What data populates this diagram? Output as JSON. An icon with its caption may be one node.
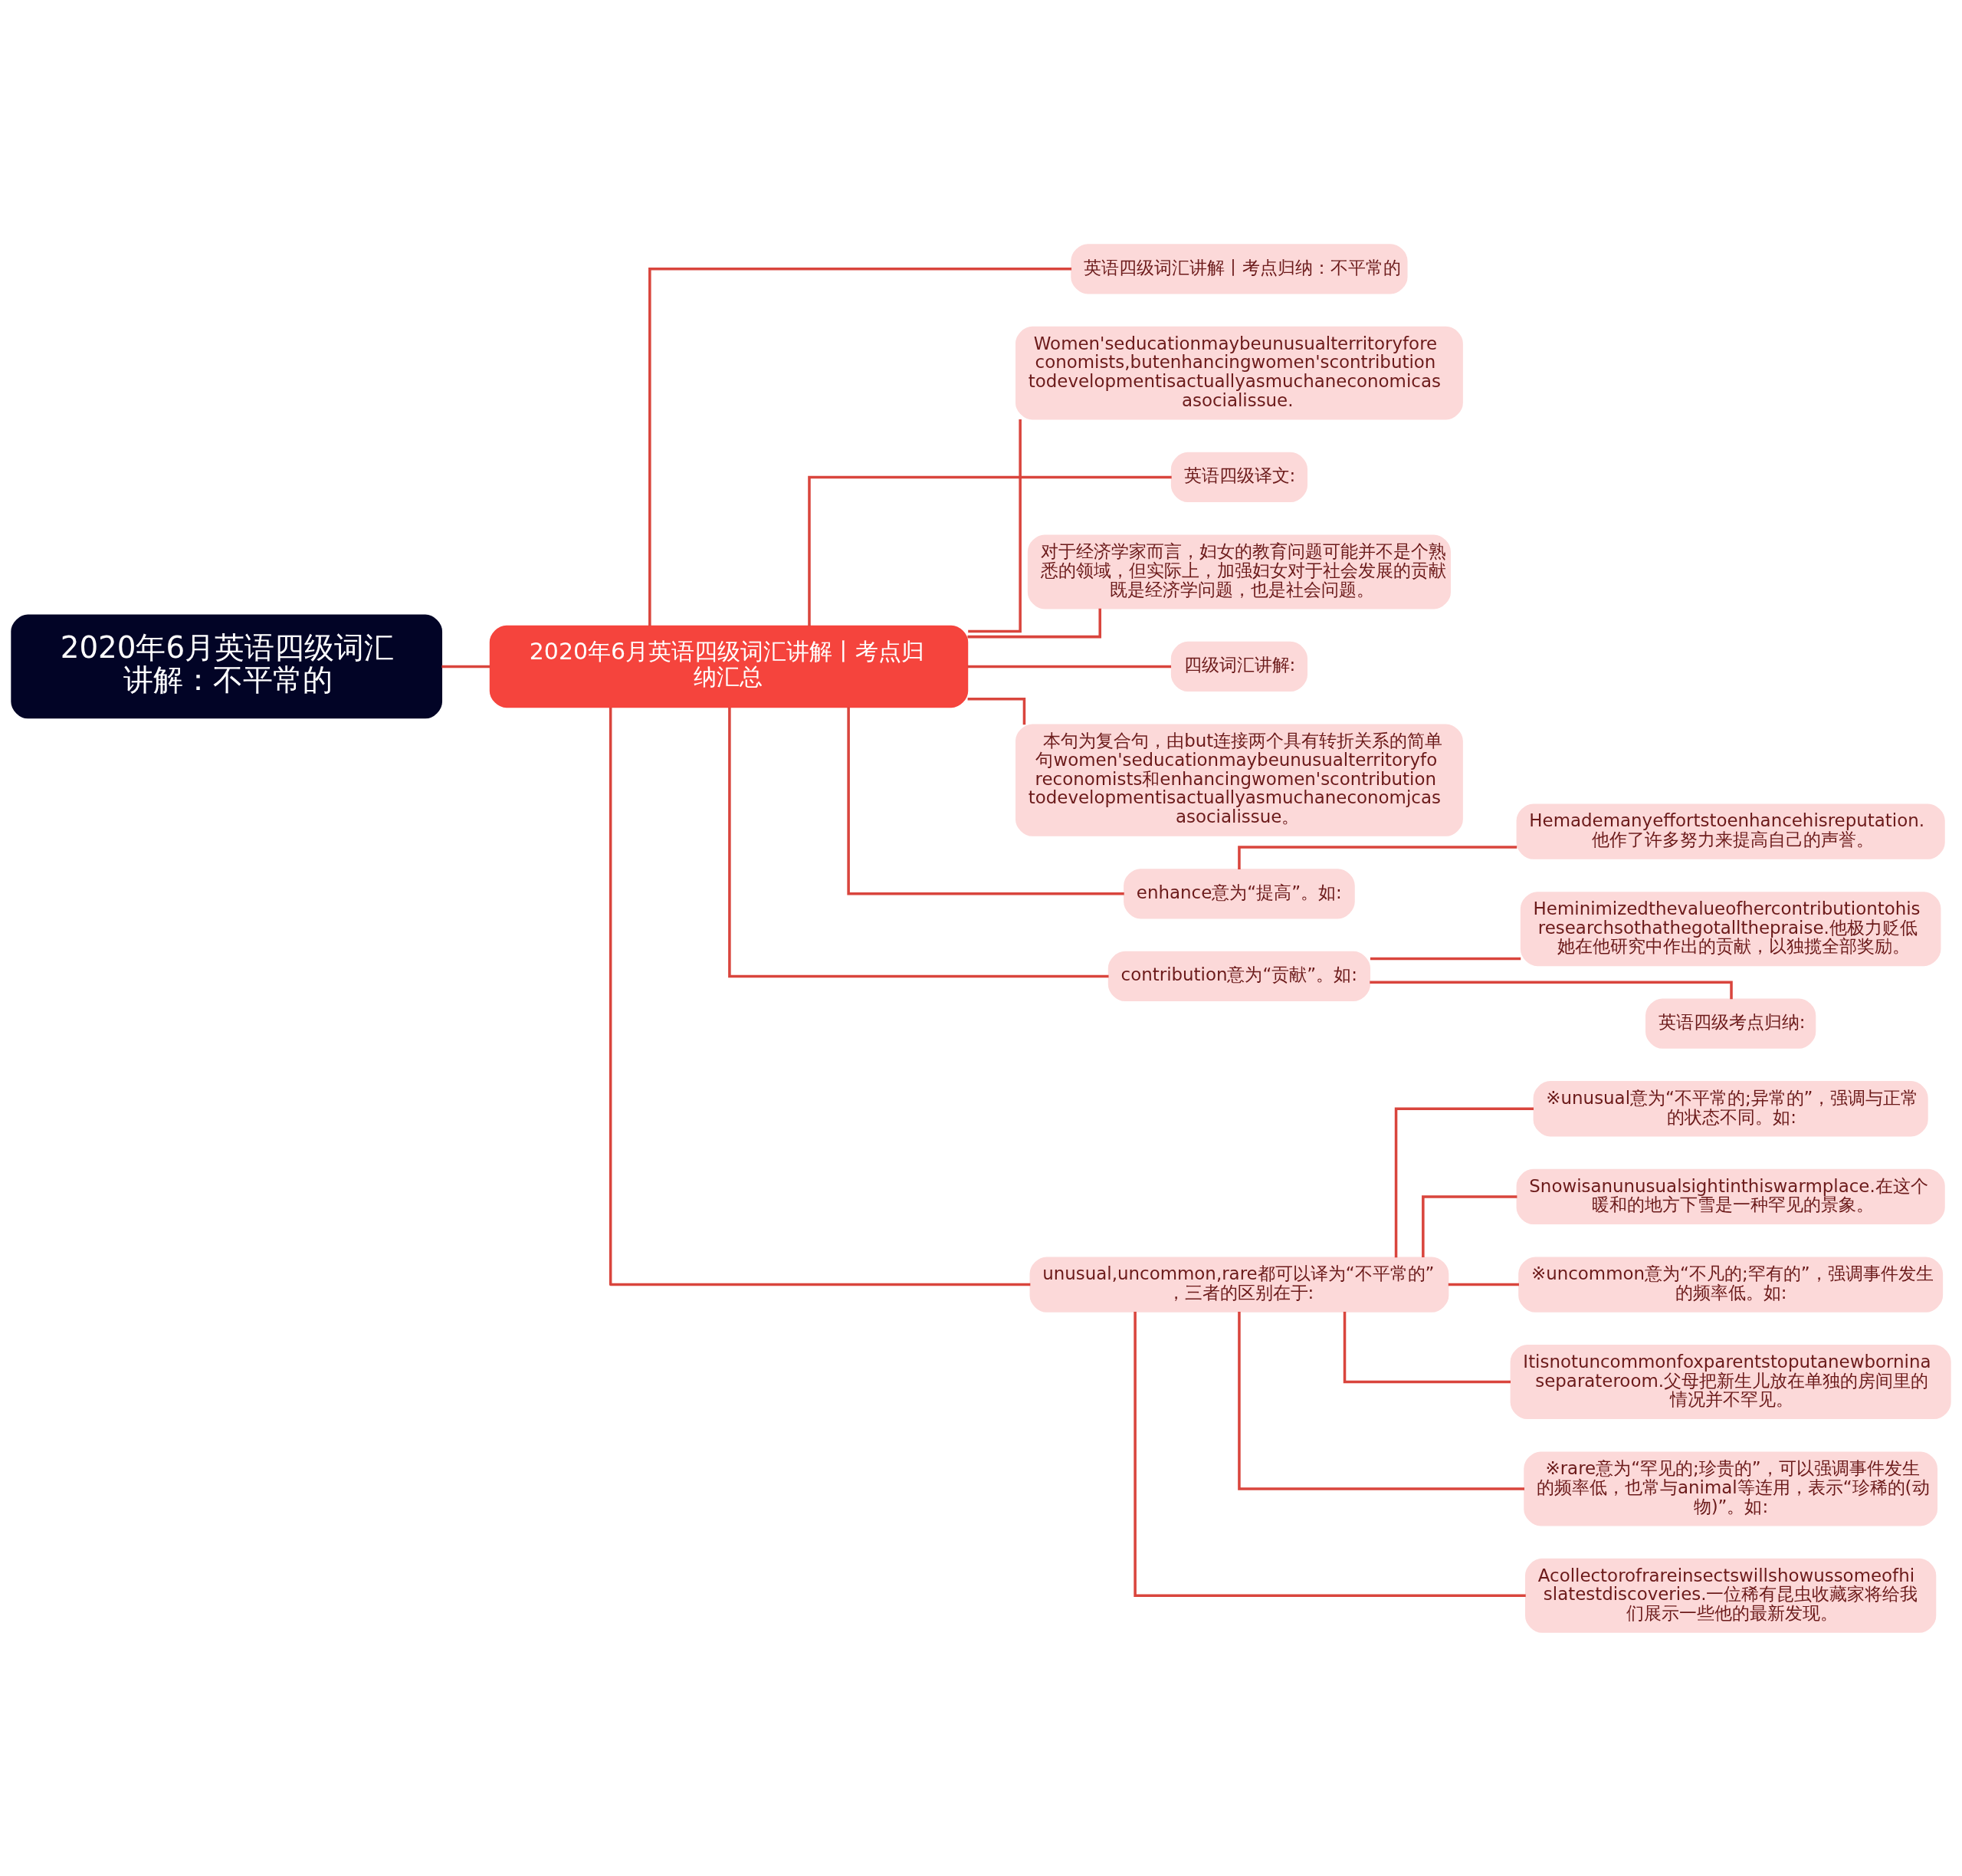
{
  "diagram": {
    "nodes": [
      {
        "text": [
          "2020年6月英语四级词汇讲解：不平常的"
        ]
      },
      {
        "text": [
          "2020年6月英语四级词汇讲解丨考点归纳汇总"
        ]
      },
      {
        "text": [
          "英语四级词汇讲解丨考点归纳：不平常的"
        ]
      },
      {
        "text": [
          "Women'seducationmaybeunusualterritoryforeconomists,butenhancingwomen'scontributiontodevelopmentisactuallyasmuchaneconomicasasocialissue."
        ]
      },
      {
        "text": [
          "英语四级译文:"
        ]
      },
      {
        "text": [
          "对于经济学家而言，妇女的教育问题可能并不是个熟悉的领域，但实际上，加强妇女对于社会发展的贡献既是经济学问题，也是社会问题。"
        ]
      },
      {
        "text": [
          "四级词汇讲解:"
        ]
      },
      {
        "text": [
          "本句为复合句，由but连接两个具有转折关系的简单句women'seducationmaybeunusualterritoryforeconomists和enhancingwomen'scontributiontodevelopmentisactuallyasmuchaneconomjcasasocialissue。"
        ]
      },
      {
        "text": [
          "enhance意为“提高”。如:"
        ]
      },
      {
        "text": [
          "Hemademanyeffortstoenhancehisreputation.他作了许多努力来提高自己的声誉。"
        ]
      },
      {
        "text": [
          "contribution意为“贡献”。如:"
        ]
      },
      {
        "text": [
          "Heminimizedthevalueofhercontributiontohisresearchsothathegotallthepraise.他极力贬低她在他研究中作出的贡献，以独揽全部奖励。"
        ]
      },
      {
        "text": [
          "英语四级考点归纳:"
        ]
      },
      {
        "text": [
          "unusual,uncommon,rare都可以译为“不平常的”，三者的区别在于:"
        ]
      },
      {
        "text": [
          "※unusual意为“不平常的;异常的”，强调与正常的状态不同。如:"
        ]
      },
      {
        "text": [
          "Snowisanunusualsightinthiswarmplace.在这个暖和的地方下雪是一种罕见的景象。"
        ]
      },
      {
        "text": [
          "※uncommon意为“不凡的;罕有的”，强调事件发生的频率低。如:"
        ]
      },
      {
        "text": [
          "Itisnotuncommonfoxparentstoputanewborninaseparateroom.父母把新生儿放在单独的房间里的情况并不罕见。"
        ]
      },
      {
        "text": [
          "※rare意为“罕见的;珍贵的”，可以强调事件发生的频率低，也常与animal等连用，表示“珍稀的(动物)”。如:"
        ]
      },
      {
        "text": [
          "Acollectorofrareinsectswillshowussomeofhislatestdiscoveries.一位稀有昆虫收藏家将给我们展示一些他的最新发现。"
        ]
      }
    ],
    "edges": [
      {
        "from": 0,
        "to": 1,
        "arrow": "none"
      },
      {
        "from": 1,
        "to": 2,
        "arrow": "none"
      },
      {
        "from": 1,
        "to": 3,
        "arrow": "none"
      },
      {
        "from": 1,
        "to": 4,
        "arrow": "none"
      },
      {
        "from": 1,
        "to": 5,
        "arrow": "none"
      },
      {
        "from": 1,
        "to": 6,
        "arrow": "none"
      },
      {
        "from": 1,
        "to": 7,
        "arrow": "none"
      },
      {
        "from": 1,
        "to": 8,
        "arrow": "none"
      },
      {
        "from": 8,
        "to": 9,
        "arrow": "none"
      },
      {
        "from": 1,
        "to": 10,
        "arrow": "none"
      },
      {
        "from": 10,
        "to": 11,
        "arrow": "none"
      },
      {
        "from": 10,
        "to": 12,
        "arrow": "none"
      },
      {
        "from": 1,
        "to": 13,
        "arrow": "none"
      },
      {
        "from": 13,
        "to": 14,
        "arrow": "none"
      },
      {
        "from": 13,
        "to": 15,
        "arrow": "none"
      },
      {
        "from": 13,
        "to": 16,
        "arrow": "none"
      },
      {
        "from": 13,
        "to": 17,
        "arrow": "none"
      },
      {
        "from": 13,
        "to": 18,
        "arrow": "none"
      },
      {
        "from": 13,
        "to": 19,
        "arrow": "none"
      }
    ]
  }
}
